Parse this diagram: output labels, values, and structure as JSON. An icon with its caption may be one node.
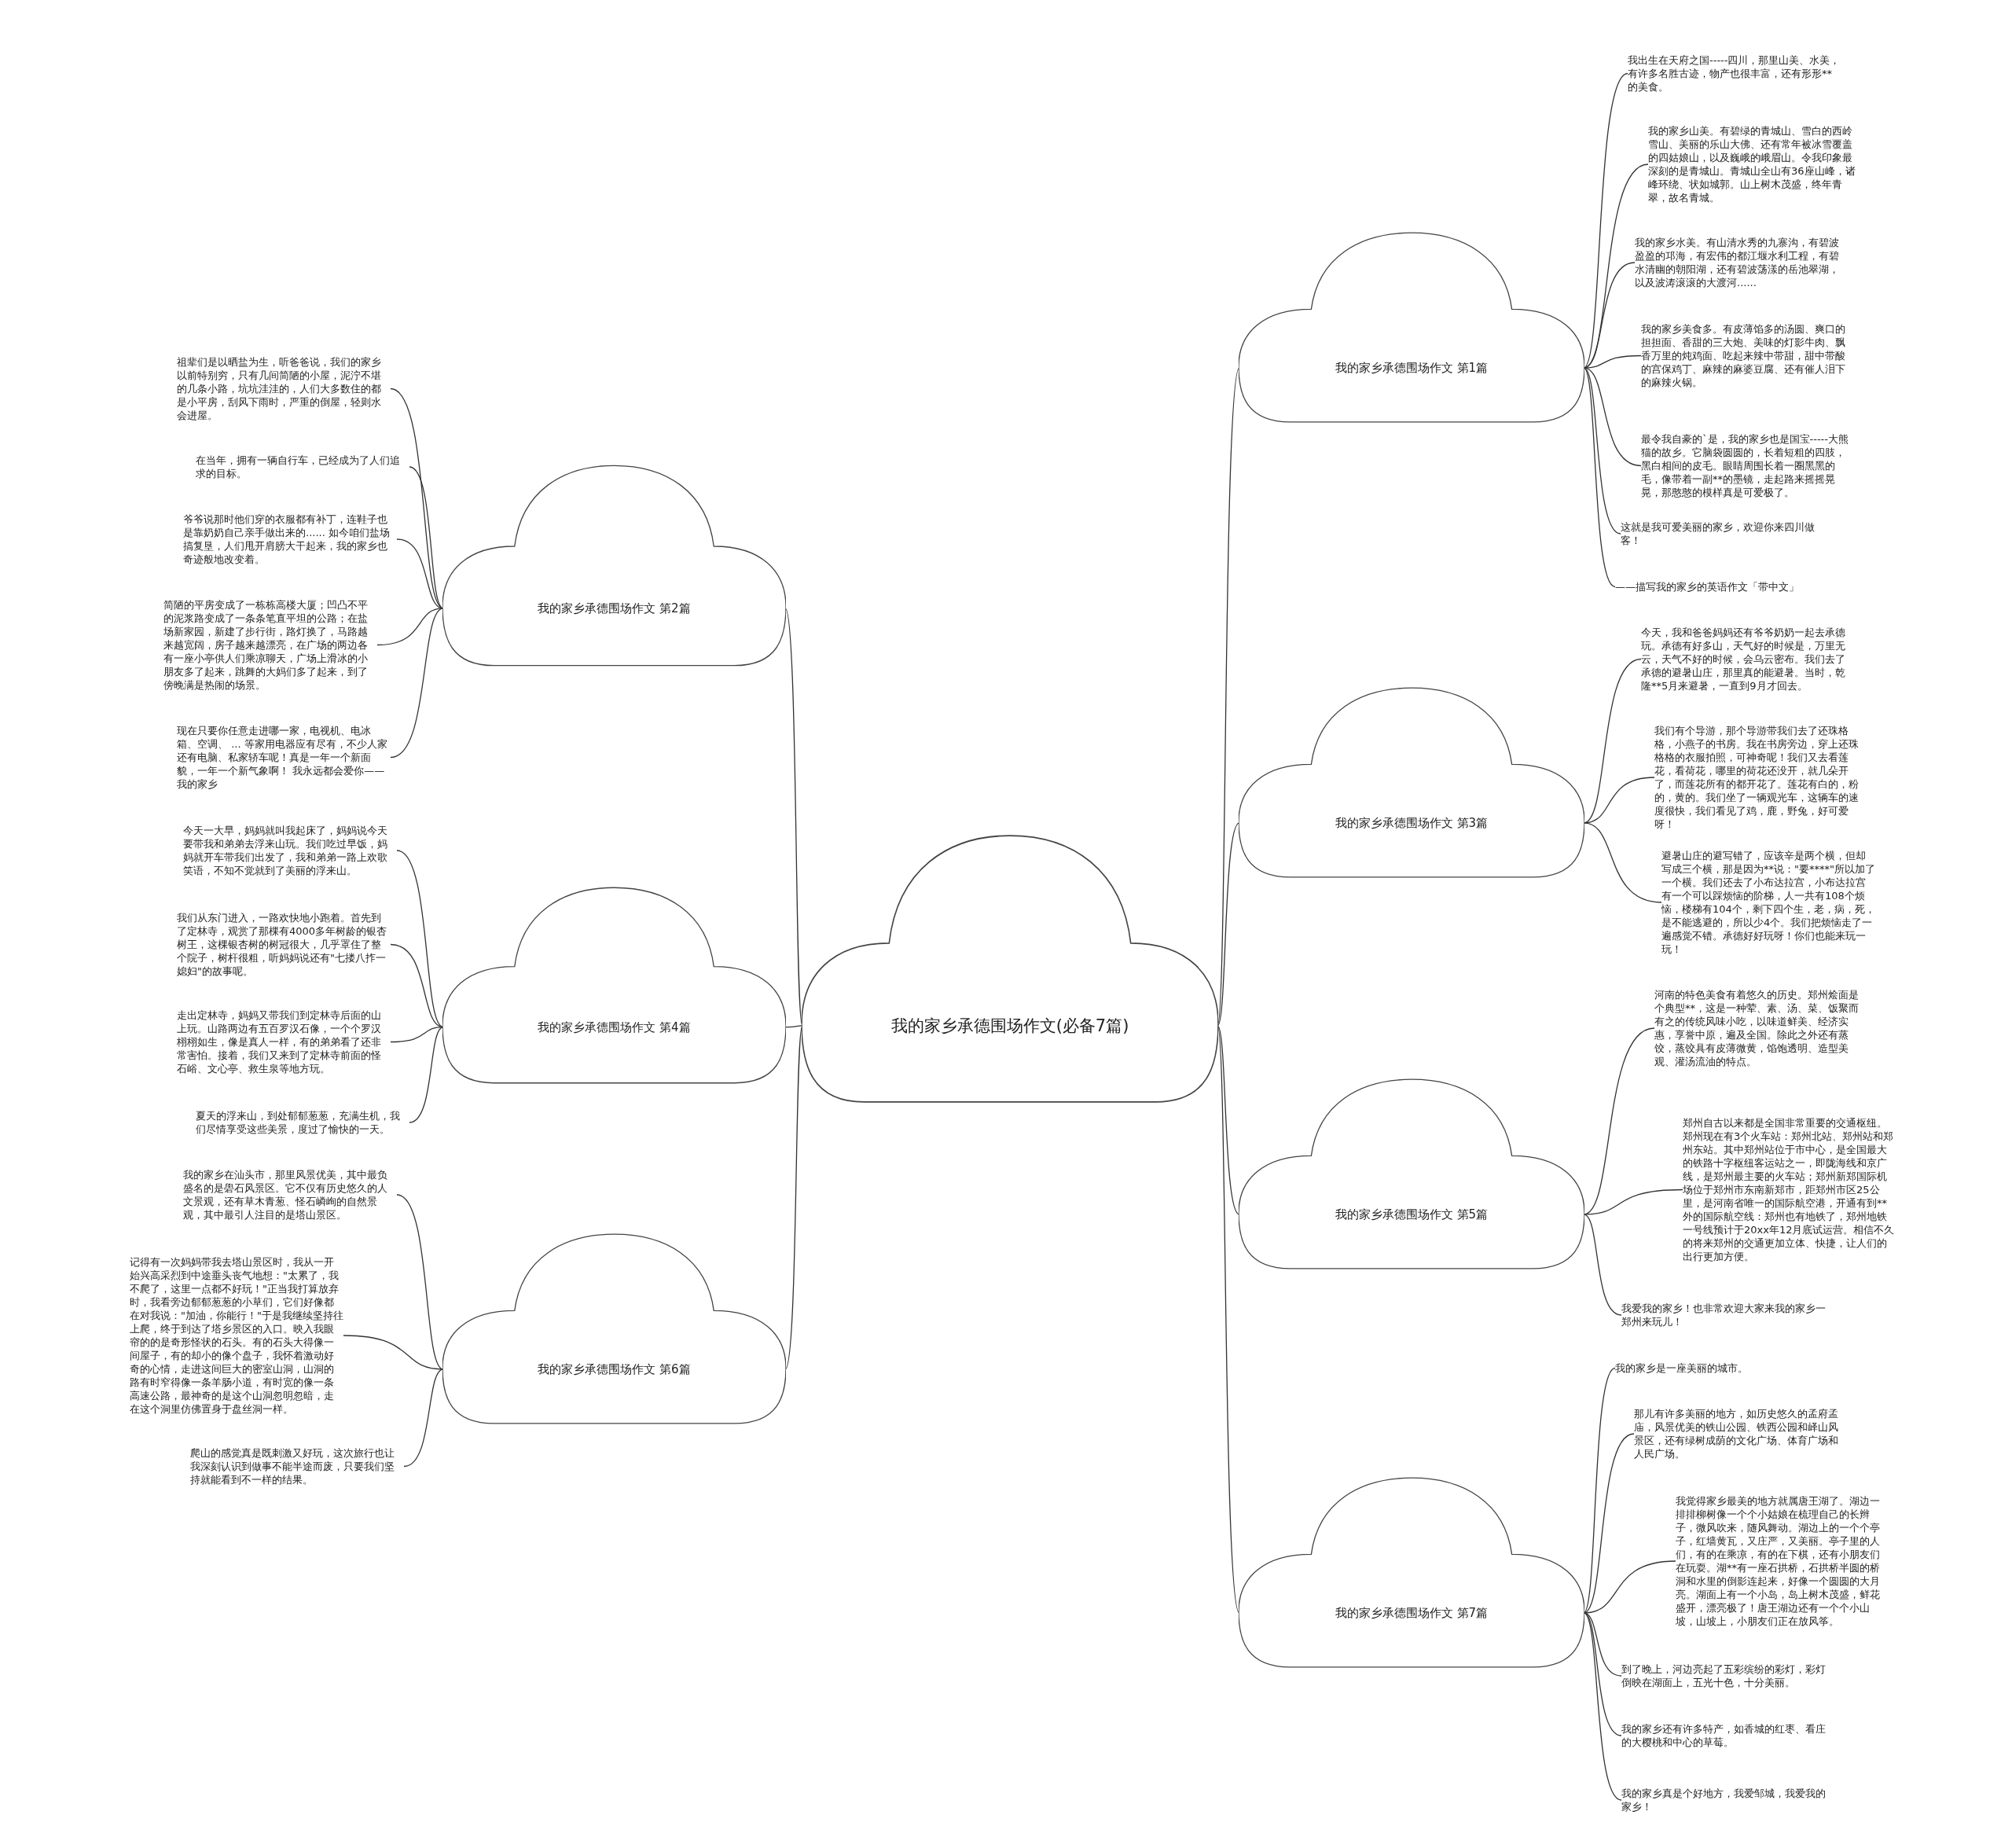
{
  "diagram": {
    "nodes": [
      {
        "text": [
          "我的家乡承德围场作文(必备7篇)"
        ]
      },
      {
        "text": [
          "我的家乡承德围场作文 第1篇"
        ]
      },
      {
        "text": [
          "我出生在天府之国-----四川，那里山美、水美，有许多名胜古迹，物产也很丰富，还有形形**的美食。"
        ]
      },
      {
        "text": [
          "我的家乡山美。有碧绿的青城山、雪白的西岭雪山、美丽的乐山大佛、还有常年被冰雪覆盖的四姑娘山，以及巍峨的峨眉山。令我印象最深刻的是青城山。青城山全山有36座山峰，诸峰环绕、状如城郭。山上树木茂盛，终年青翠，故名青城。"
        ]
      },
      {
        "text": [
          "我的家乡水美。有山清水秀的九寨沟，有碧波盈盈的邛海，有宏伟的都江堰水利工程，有碧水清幽的朝阳湖，还有碧波荡漾的岳池翠湖，以及波涛滚滚的大渡河......"
        ]
      },
      {
        "text": [
          "我的家乡美食多。有皮薄馅多的汤圆、爽口的担担面、香甜的三大炮、美味的灯影牛肉、飘香万里的炖鸡面、吃起来辣中带甜，甜中带酸的宫保鸡丁、麻辣的麻婆豆腐、还有催人泪下的麻辣火锅。"
        ]
      },
      {
        "text": [
          "最令我自豪的`是，我的家乡也是国宝-----大熊猫的故乡。它脑袋圆圆的，长着短粗的四肢，黑白相间的皮毛。眼睛周围长着一圈黑黑的毛，像带着一副**的墨镜，走起路来摇摇晃晃，那憨憨的模样真是可爱极了。"
        ]
      },
      {
        "text": [
          "这就是我可爱美丽的家乡，欢迎你来四川做客！"
        ]
      },
      {
        "text": [
          "——描写我的家乡的英语作文「带中文」"
        ]
      },
      {
        "text": [
          "我的家乡承德围场作文 第2篇"
        ]
      },
      {
        "text": [
          "祖辈们是以晒盐为生，听爸爸说，我们的家乡以前特别穷，只有几间简陋的小屋，泥泞不堪的几条小路，坑坑洼洼的，人们大多数住的都是小平房，刮风下雨时，严重的倒屋，轻则水会进屋。"
        ]
      },
      {
        "text": [
          "在当年，拥有一辆自行车，已经成为了人们追求的目标。"
        ]
      },
      {
        "text": [
          "爷爷说那时他们穿的衣服都有补丁，连鞋子也是靠奶奶自己亲手做出来的...... 如今咱们盐场搞复垦，人们甩开肩膀大干起来，我的家乡也奇迹般地改变着。"
        ]
      },
      {
        "text": [
          "简陋的平房变成了一栋栋高楼大厦；凹凸不平的泥浆路变成了一条条笔直平坦的公路；在盐场新家园，新建了步行街，路灯换了，马路越来越宽阔，房子越来越漂亮，在广场的两边各有一座小亭供人们乘凉聊天，广场上滑冰的小朋友多了起来，跳舞的大妈们多了起来，到了傍晚满是热闹的场景。"
        ]
      },
      {
        "text": [
          "现在只要你任意走进哪一家，电视机、电冰箱、空调、 ... 等家用电器应有尽有，不少人家还有电脑、私家轿车呢！真是一年一个新面貌，一年一个新气象啊！ 我永远都会爱你——我的家乡"
        ]
      },
      {
        "text": [
          "我的家乡承德围场作文 第3篇"
        ]
      },
      {
        "text": [
          "今天，我和爸爸妈妈还有爷爷奶奶一起去承德玩。承德有好多山，天气好的时候是，万里无云，天气不好的时候，会乌云密布。我们去了承德的避暑山庄，那里真的能避暑。当时，乾隆**5月来避暑，一直到9月才回去。"
        ]
      },
      {
        "text": [
          "我们有个导游，那个导游带我们去了还珠格格，小燕子的书房。我在书房旁边，穿上还珠格格的衣服拍照，可神奇呢！我们又去看莲花，看荷花，哪里的荷花还没开，就几朵开了，而莲花所有的都开花了。莲花有白的，粉的，黄的。我们坐了一辆观光车，这辆车的速度很快，我们看见了鸡，鹿，野兔，好可爱呀！"
        ]
      },
      {
        "text": [
          "避暑山庄的避写错了，应该辛是两个横，但却写成三个横，那是因为**说：\"要****\"所以加了一个横。我们还去了小布达拉宫，小布达拉宫有一个可以踩烦恼的阶梯，人一共有108个烦恼，楼梯有104个，剩下四个生，老，病，死，是不能逃避的，所以少4个。我们把烦恼走了一遍感觉不错。承德好好玩呀！你们也能来玩一玩！"
        ]
      },
      {
        "text": [
          "我的家乡承德围场作文 第4篇"
        ]
      },
      {
        "text": [
          "今天一大早，妈妈就叫我起床了，妈妈说今天要带我和弟弟去浮来山玩。我们吃过早饭，妈妈就开车带我们出发了，我和弟弟一路上欢歌笑语，不知不觉就到了美丽的浮来山。"
        ]
      },
      {
        "text": [
          "我们从东门进入，一路欢快地小跑着。首先到了定林寺，观赏了那棵有4000多年树龄的银杏树王，这棵银杏树的树冠很大，几乎罩住了整个院子，树杆很粗，听妈妈说还有\"七搂八拃一媳妇\"的故事呢。"
        ]
      },
      {
        "text": [
          "走出定林寺，妈妈又带我们到定林寺后面的山上玩。山路两边有五百罗汉石像，一个个罗汉栩栩如生，像是真人一样，有的弟弟看了还非常害怕。接着，我们又来到了定林寺前面的怪石峪、文心亭、救生泉等地方玩。"
        ]
      },
      {
        "text": [
          "夏天的浮来山，到处郁郁葱葱，充满生机，我们尽情享受这些美景，度过了愉快的一天。"
        ]
      },
      {
        "text": [
          "我的家乡承德围场作文 第5篇"
        ]
      },
      {
        "text": [
          "河南的特色美食有着悠久的历史。郑州烩面是个典型**，这是一种荤、素、汤、菜、饭聚而有之的传统风味小吃，以味道鲜美、经济实惠，享誉中原，遍及全国。除此之外还有蒸饺，蒸饺具有皮薄微黄，馅饱透明、造型美观、灌汤流油的特点。"
        ]
      },
      {
        "text": [
          "郑州自古以来都是全国非常重要的交通枢纽。郑州现在有3个火车站：郑州北站、郑州站和郑州东站。其中郑州站位于市中心，是全国最大的铁路十字枢纽客运站之一，即陇海线和京广线，是郑州最主要的火车站；郑州新郑国际机场位于郑州市东南新郑市，距郑州市区25公里，是河南省唯一的国际航空港，开通有到**外的国际航空线：郑州也有地铁了，郑州地铁一号线预计于20xx年12月底试运营。相信不久的将来郑州的交通更加立体、快捷，让人们的出行更加方便。"
        ]
      },
      {
        "text": [
          "我爱我的家乡！也非常欢迎大家来我的家乡一郑州来玩儿！"
        ]
      },
      {
        "text": [
          "我的家乡承德围场作文 第6篇"
        ]
      },
      {
        "text": [
          "我的家乡在汕头市，那里风景优美，其中最负盛名的是礐石风景区。它不仅有历史悠久的人文景观，还有草木青葱、怪石嶙峋的自然景观，其中最引人注目的是塔山景区。"
        ]
      },
      {
        "text": [
          "记得有一次妈妈带我去塔山景区时，我从一开始兴高采烈到中途垂头丧气地想：\"太累了，我不爬了，这里一点都不好玩！\"正当我打算放弃时，我看旁边郁郁葱葱的小草们，它们好像都在对我说：\"加油，你能行！\"于是我继续坚持往上爬，终于到达了塔乡景区的入口。映入我眼帘的的是奇形怪状的石头。有的石头大得像一间屋子，有的却小的像个盘子，我怀着激动好奇的心情，走进这间巨大的密室山洞，山洞的路有时窄得像一条羊肠小道，有时宽的像一条高速公路，最神奇的是这个山洞忽明忽暗，走在这个洞里仿佛置身于盘丝洞一样。"
        ]
      },
      {
        "text": [
          "爬山的感觉真是既刺激又好玩，这次旅行也让我深刻认识到做事不能半途而废，只要我们坚持就能看到不一样的结果。"
        ]
      },
      {
        "text": [
          "我的家乡承德围场作文 第7篇"
        ]
      },
      {
        "text": [
          "我的家乡是一座美丽的城市。"
        ]
      },
      {
        "text": [
          "那儿有许多美丽的地方，如历史悠久的孟府孟庙，风景优美的铁山公园、铁西公园和峄山风景区，还有绿树成荫的文化广场、体育广场和人民广场。"
        ]
      },
      {
        "text": [
          "我觉得家乡最美的地方就属唐王湖了。湖边一排排柳树像一个个小姑娘在梳理自己的长辫子，微风吹来，随风舞动。湖边上的一个个亭子，红墙黄瓦，又庄严，又美丽。亭子里的人们，有的在乘凉，有的在下棋，还有小朋友们在玩耍。湖**有一座石拱桥，石拱桥半圆的桥洞和水里的倒影连起来，好像一个圆圆的大月亮。湖面上有一个小岛，岛上树木茂盛，鲜花盛开，漂亮极了！唐王湖边还有一个个小山坡，山坡上，小朋友们正在放风筝。"
        ]
      },
      {
        "text": [
          "到了晚上，河边亮起了五彩缤纷的彩灯，彩灯倒映在湖面上，五光十色，十分美丽。"
        ]
      },
      {
        "text": [
          "我的家乡还有许多特产，如香城的红枣、看庄的大樱桃和中心的草莓。"
        ]
      },
      {
        "text": [
          "我的家乡真是个好地方，我爱邹城，我爱我的家乡！"
        ]
      }
    ],
    "edges": [
      {
        "from": 0,
        "to": 1,
        "arrow": "none"
      },
      {
        "from": 1,
        "to": 2,
        "arrow": "none"
      },
      {
        "from": 1,
        "to": 3,
        "arrow": "none"
      },
      {
        "from": 1,
        "to": 4,
        "arrow": "none"
      },
      {
        "from": 1,
        "to": 5,
        "arrow": "none"
      },
      {
        "from": 1,
        "to": 6,
        "arrow": "none"
      },
      {
        "from": 1,
        "to": 7,
        "arrow": "none"
      },
      {
        "from": 1,
        "to": 8,
        "arrow": "none"
      },
      {
        "from": 0,
        "to": 9,
        "arrow": "none"
      },
      {
        "from": 9,
        "to": 10,
        "arrow": "none"
      },
      {
        "from": 9,
        "to": 11,
        "arrow": "none"
      },
      {
        "from": 9,
        "to": 12,
        "arrow": "none"
      },
      {
        "from": 9,
        "to": 13,
        "arrow": "none"
      },
      {
        "from": 9,
        "to": 14,
        "arrow": "none"
      },
      {
        "from": 0,
        "to": 15,
        "arrow": "none"
      },
      {
        "from": 15,
        "to": 16,
        "arrow": "none"
      },
      {
        "from": 15,
        "to": 17,
        "arrow": "none"
      },
      {
        "from": 15,
        "to": 18,
        "arrow": "none"
      },
      {
        "from": 0,
        "to": 19,
        "arrow": "none"
      },
      {
        "from": 19,
        "to": 20,
        "arrow": "none"
      },
      {
        "from": 19,
        "to": 21,
        "arrow": "none"
      },
      {
        "from": 19,
        "to": 22,
        "arrow": "none"
      },
      {
        "from": 19,
        "to": 23,
        "arrow": "none"
      },
      {
        "from": 0,
        "to": 24,
        "arrow": "none"
      },
      {
        "from": 24,
        "to": 25,
        "arrow": "none"
      },
      {
        "from": 24,
        "to": 26,
        "arrow": "none"
      },
      {
        "from": 24,
        "to": 27,
        "arrow": "none"
      },
      {
        "from": 0,
        "to": 28,
        "arrow": "none"
      },
      {
        "from": 28,
        "to": 29,
        "arrow": "none"
      },
      {
        "from": 28,
        "to": 30,
        "arrow": "none"
      },
      {
        "from": 28,
        "to": 31,
        "arrow": "none"
      },
      {
        "from": 0,
        "to": 32,
        "arrow": "none"
      },
      {
        "from": 32,
        "to": 33,
        "arrow": "none"
      },
      {
        "from": 32,
        "to": 34,
        "arrow": "none"
      },
      {
        "from": 32,
        "to": 35,
        "arrow": "none"
      },
      {
        "from": 32,
        "to": 36,
        "arrow": "none"
      },
      {
        "from": 32,
        "to": 37,
        "arrow": "none"
      },
      {
        "from": 32,
        "to": 38,
        "arrow": "none"
      }
    ]
  }
}
